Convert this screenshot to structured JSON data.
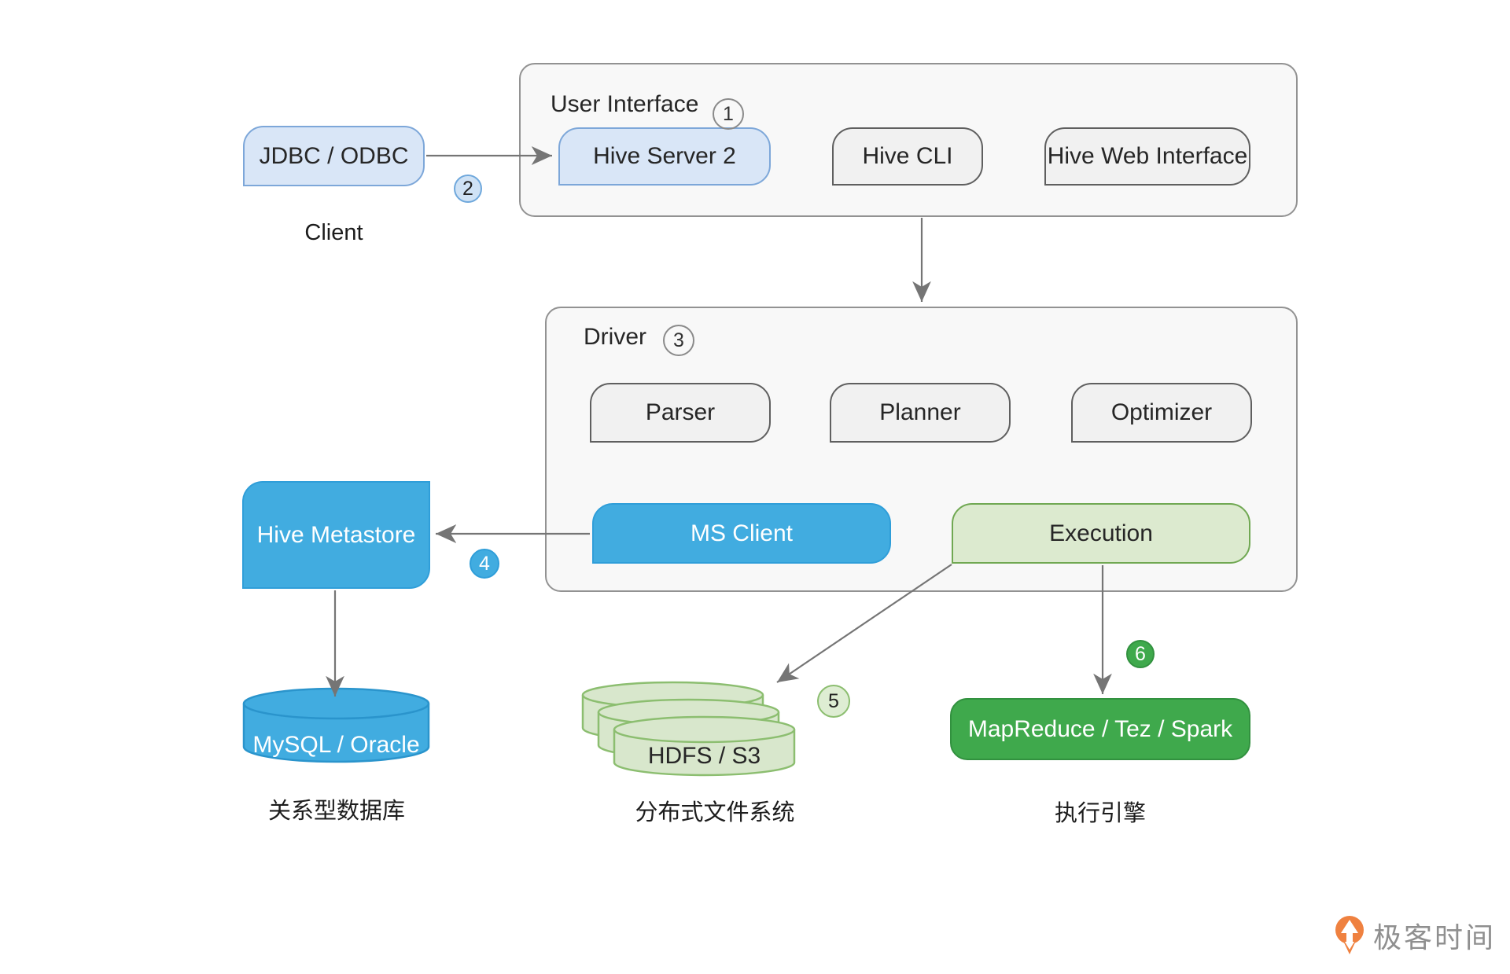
{
  "containers": {
    "user_interface": {
      "label": "User Interface",
      "badge": "1"
    },
    "driver": {
      "label": "Driver",
      "badge": "3"
    }
  },
  "nodes": {
    "jdbc_odbc": {
      "label": "JDBC / ODBC"
    },
    "hive_server_2": {
      "label": "Hive Server 2"
    },
    "hive_cli": {
      "label": "Hive CLI"
    },
    "hive_web_interface": {
      "label": "Hive Web Interface"
    },
    "parser": {
      "label": "Parser"
    },
    "planner": {
      "label": "Planner"
    },
    "optimizer": {
      "label": "Optimizer"
    },
    "ms_client": {
      "label": "MS Client"
    },
    "execution": {
      "label": "Execution"
    },
    "hive_metastore": {
      "label": "Hive Metastore"
    },
    "mysql_oracle": {
      "label": "MySQL / Oracle"
    },
    "hdfs_s3": {
      "label": "HDFS / S3"
    },
    "mapreduce_tez_spark": {
      "label": "MapReduce / Tez / Spark"
    }
  },
  "captions": {
    "client": "Client",
    "relational_db": "关系型数据库",
    "distributed_fs": "分布式文件系统",
    "execution_engine": "执行引擎"
  },
  "step_badges": {
    "s2": "2",
    "s4": "4",
    "s5": "5",
    "s6": "6"
  },
  "logo": {
    "brand": "极客时间"
  },
  "colors": {
    "solid_blue": "#41ACE0",
    "light_blue": "#D9E6F7",
    "solid_green": "#3FA94C",
    "light_green": "#DCEACF",
    "gray_box": "#F1F1F1",
    "container_bg": "#F8F8F8",
    "arrow": "#757575",
    "brand_orange": "#EF8140"
  }
}
